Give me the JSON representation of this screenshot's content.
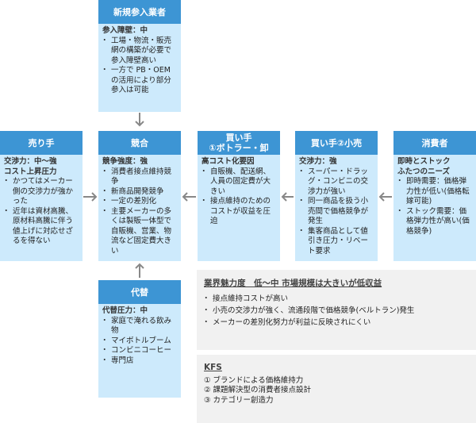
{
  "new_entrants": {
    "title": "新規参入業者",
    "subtitle": "参入障壁：中",
    "items": [
      "工場・物流・販売網の構築が必要で参入障壁高い",
      "一方で PB・OEMの活用により部分参入は可能"
    ]
  },
  "suppliers": {
    "title": "売り手",
    "subtitle": "交渉力：中～強\nコスト上昇圧力",
    "items": [
      "かつてはメーカー側の交渉力が強かった",
      "近年は資材高騰、原材料高騰に伴う値上げに対応せざるを得ない"
    ]
  },
  "rivalry": {
    "title": "競合",
    "subtitle": "競争強度：強",
    "items": [
      "消費者接点維持競争",
      "新商品開発競争",
      "一定の差別化",
      "主要メーカーの多くは製販一体型で自販機、営業、物流など固定費大きい"
    ]
  },
  "buyer1": {
    "title_line1": "買い手",
    "title_line2": "①ボトラー・卸",
    "subtitle": "高コスト化要因",
    "items": [
      "自販機、配送網、人員の固定費が大きい",
      "接点維持のためのコストが収益を圧迫"
    ]
  },
  "buyer2": {
    "title": "買い手②小売",
    "subtitle": "交渉力：強",
    "items": [
      "スーパー・ドラッグ・コンビニの交渉力が強い",
      "同一商品を扱う小売間で価格競争が発生",
      "集客商品として値引き圧力・リベート要求"
    ]
  },
  "consumer": {
    "title": "消費者",
    "subtitle": "即時とストック\nふたつのニーズ",
    "items": [
      "即時需要：価格弾力性が低い(価格転嫁可能)",
      "ストック需要：価格弾力性が高い(価格競争)"
    ]
  },
  "substitutes": {
    "title": "代替",
    "subtitle": "代替圧力：中",
    "items": [
      "家庭で淹れる飲み物",
      "マイボトルブーム",
      "コンビニコーヒー",
      "専門店"
    ]
  },
  "attractiveness": {
    "title": "業界魅力度　低～中 市場規模は大きいが低収益",
    "items": [
      "接点維持コストが高い",
      "小売の交渉力が強く、流通段階で価格競争(ベルトラン)発生",
      "メーカーの差別化努力が利益に反映されにくい"
    ]
  },
  "kfs": {
    "title": "KFS",
    "items": [
      "① ブランドによる価格維持力",
      "② 課題解決型の消費者接点設計",
      "③ カテゴリー創造力"
    ]
  }
}
